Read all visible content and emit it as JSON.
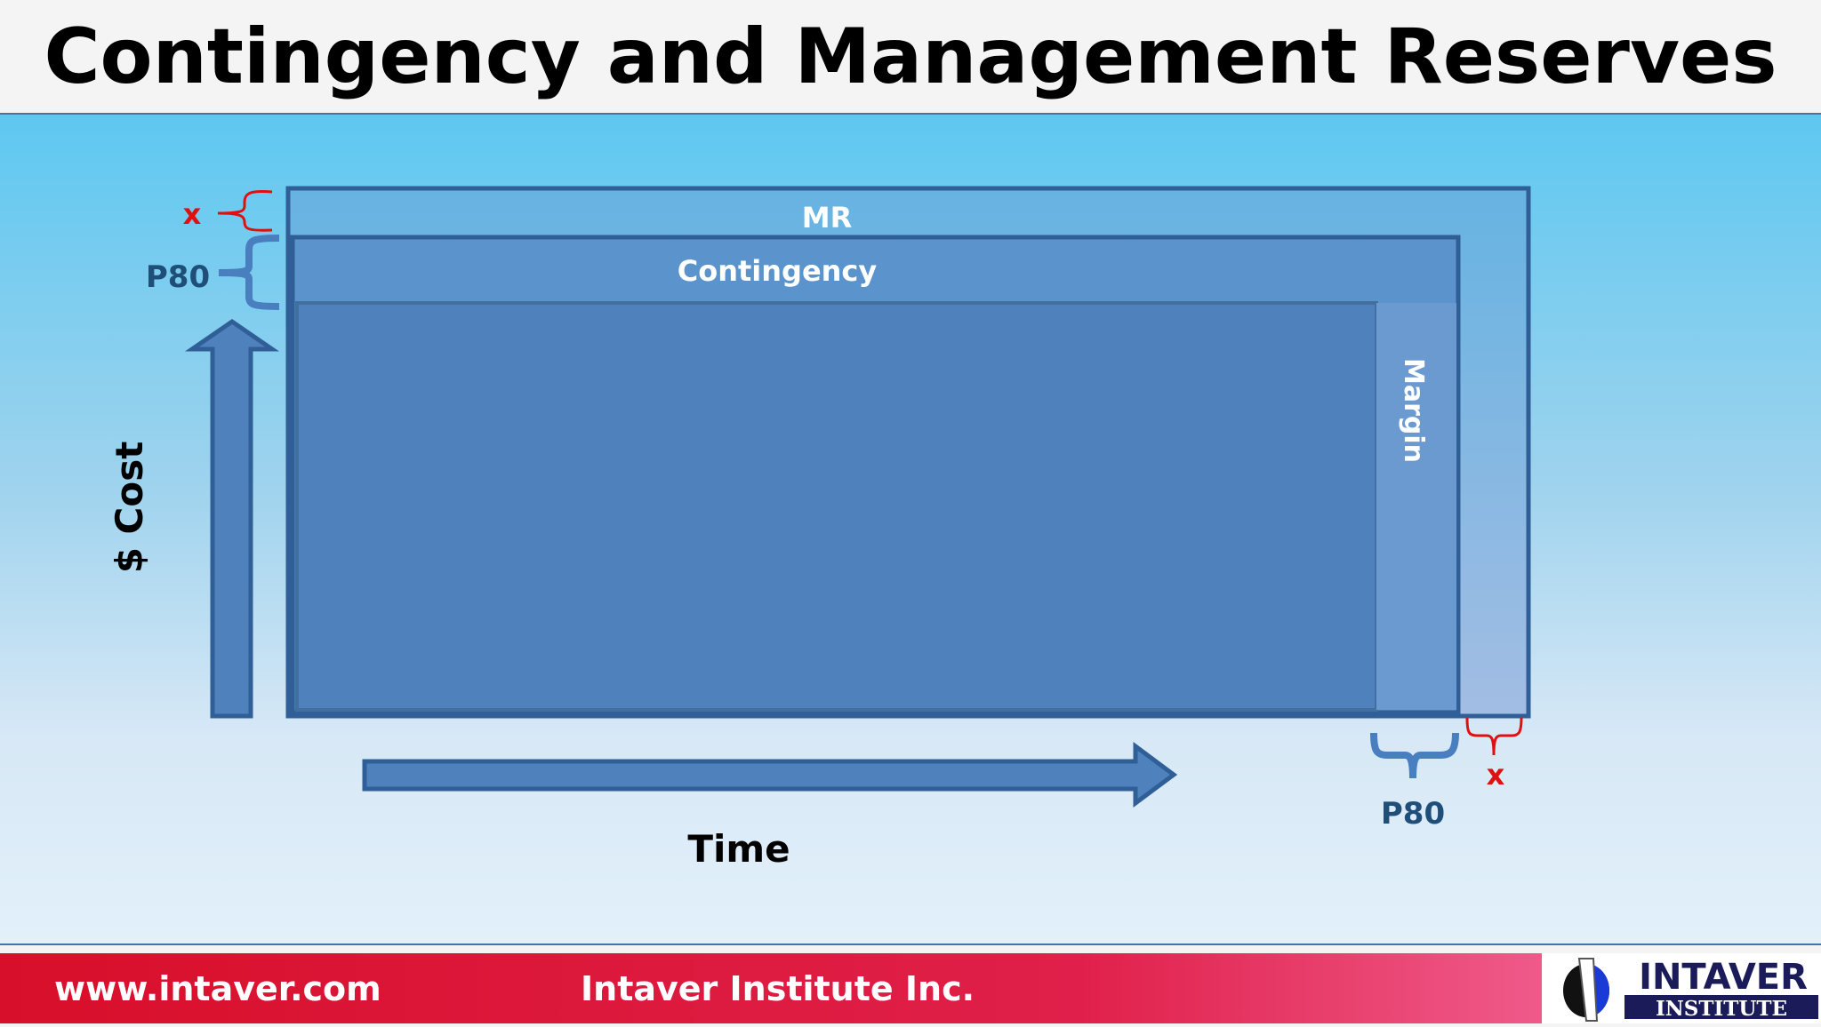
{
  "title": "Contingency and Management Reserves",
  "diagram": {
    "mr_label": "MR",
    "contingency_label": "Contingency",
    "margin_label": "Margin",
    "y_axis_label": "$ Cost",
    "x_axis_label": "Time",
    "left_p80": "P80",
    "left_x": "x",
    "bottom_p80": "P80",
    "bottom_x": "x"
  },
  "colors": {
    "outline": "#2f5f96",
    "mr": "#6aafe0",
    "contingency": "#5b94cc",
    "base": "#4f81bd",
    "red": "#e01010",
    "label_blue": "#1f4e79"
  },
  "footer": {
    "website": "www.intaver.com",
    "company": "Intaver Institute Inc."
  },
  "logo": {
    "line1": "INTAVER",
    "line2": "INSTITUTE"
  }
}
